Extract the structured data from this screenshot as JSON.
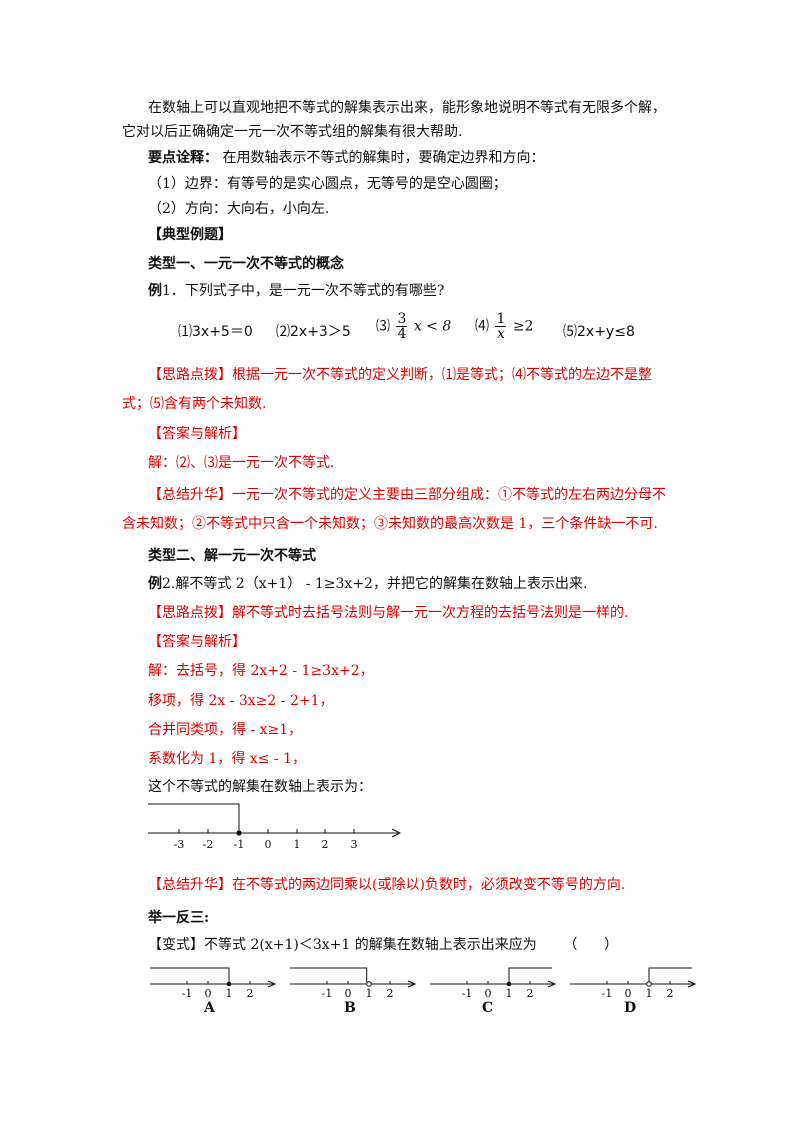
{
  "intro": {
    "line1": "在数轴上可以直观地把不等式的解集表示出来，能形象地说明不等式有无限多个解，",
    "line2": "它对以后正确确定一元一次不等式组的解集有很大帮助."
  },
  "key_point": {
    "label": "要点诠释：",
    "text": "在用数轴表示不等式的解集时，要确定边界和方向：",
    "item1": "（1）边界：有等号的是实心圆点，无等号的是空心圆圈；",
    "item2": "（2）方向：大向右，小向左."
  },
  "section_typical": "【典型例题】",
  "type1": {
    "heading": "类型一、一元一次不等式的概念",
    "example_label": "例",
    "example_text": "1．下列式子中，是一元一次不等式的有哪些?",
    "options": {
      "o1": "⑴3x+5＝0",
      "o2": "⑵2x+3＞5",
      "o3_prefix": "⑶",
      "o3_num": "3",
      "o3_den": "4",
      "o3_suffix": "x < 8",
      "o4_prefix": "⑷",
      "o4_num": "1",
      "o4_den": "x",
      "o4_suffix": "≥2",
      "o5": "⑸2x+y≤8"
    },
    "hint_line1": "【思路点拨】根据一元一次不等式的定义判断，⑴是等式；⑷不等式的左边不是整",
    "hint_line2": "式；⑸含有两个未知数.",
    "answer_label": "【答案与解析】",
    "answer": "解：⑵、⑶是一元一次不等式.",
    "summary_line1": "【总结升华】一元一次不等式的定义主要由三部分组成：①不等式的左右两边分母不",
    "summary_line2": "含未知数；②不等式中只含一个未知数；③未知数的最高次数是 1，三个条件缺一不可."
  },
  "type2": {
    "heading": "类型二、解一元一次不等式",
    "example_label": "例",
    "example_text": "2.解不等式 2（x+1） - 1≥3x+2，并把它的解集在数轴上表示出来.",
    "hint": "【思路点拨】解不等式时去括号法则与解一元一次方程的去括号法则是一样的.",
    "answer_label": "【答案与解析】",
    "step1": "解：去括号，得 2x+2 - 1≥3x+2，",
    "step2": "移项，得 2x - 3x≥2 - 2+1，",
    "step3": "合并同类项，得 - x≥1，",
    "step4": "系数化为 1，得 x≤ - 1，",
    "numberline_caption": "这个不等式的解集在数轴上表示为：",
    "ticks": [
      "-3",
      "-2",
      "-1",
      "0",
      "1",
      "2",
      "3"
    ],
    "summary": "【总结升华】在不等式的两边同乘以(或除以)负数时，必须改变不等号的方向."
  },
  "practice": {
    "heading": "举一反三:",
    "question": "【变式】不等式 2(x+1)＜3x+1 的解集在数轴上表示出来应为      （      ）",
    "ticks": [
      "-1",
      "0",
      "1",
      "2"
    ],
    "labels": [
      "A",
      "B",
      "C",
      "D"
    ]
  }
}
